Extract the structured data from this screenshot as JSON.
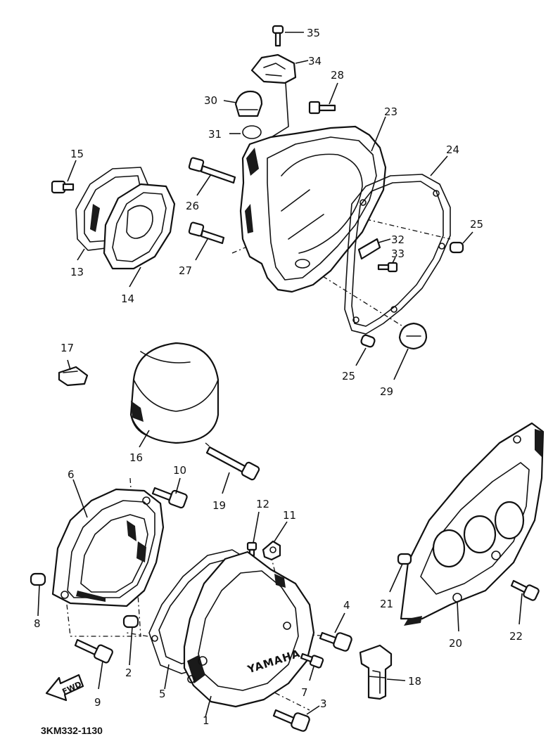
{
  "diagram_code": "3KM332-1130",
  "brand_mark": "YAMAHA",
  "forward_arrow_label": "FWD",
  "callouts": [
    "1",
    "2",
    "3",
    "4",
    "5",
    "6",
    "7",
    "8",
    "9",
    "10",
    "11",
    "12",
    "13",
    "14",
    "15",
    "16",
    "17",
    "18",
    "19",
    "20",
    "21",
    "22",
    "23",
    "24",
    "25",
    "25",
    "26",
    "27",
    "28",
    "29",
    "30",
    "31",
    "32",
    "33",
    "34",
    "35"
  ]
}
